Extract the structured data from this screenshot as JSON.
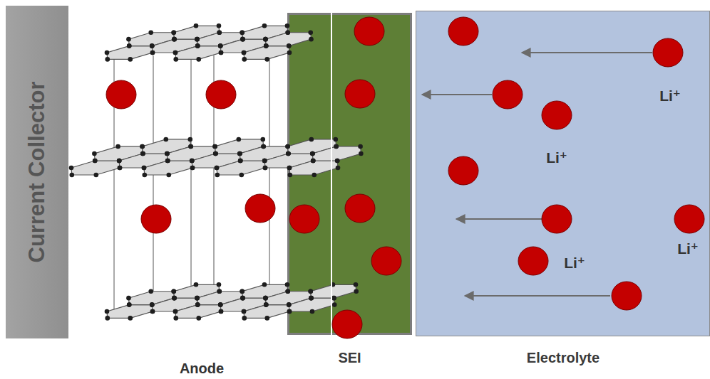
{
  "diagram": {
    "nodes": [
      {
        "text": [
          "Current Collector"
        ]
      },
      {
        "text": [
          "SEI"
        ]
      },
      {
        "text": [
          "Electrolyte"
        ]
      }
    ],
    "labels": [
      "Anode",
      "Li⁺",
      "Li⁺",
      "Li⁺",
      "Li⁺"
    ]
  }
}
